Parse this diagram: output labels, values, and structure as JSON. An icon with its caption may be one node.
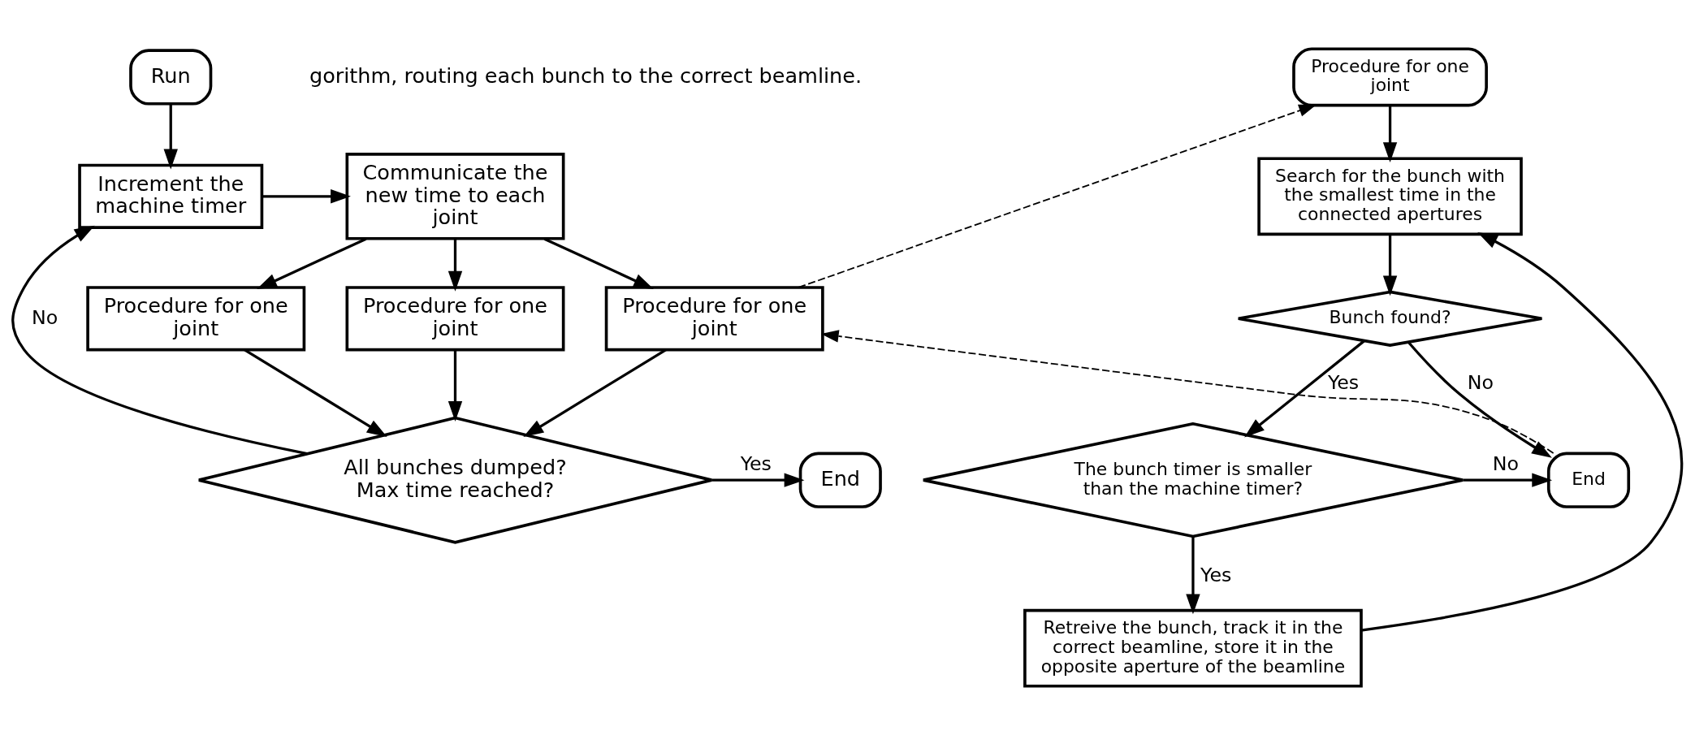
{
  "diagram": {
    "nodes": [
      {
        "text": [
          "Run"
        ]
      },
      {
        "text": [
          "Increment the machine timer"
        ]
      },
      {
        "text": [
          "Communicate the new time to each joint"
        ]
      },
      {
        "text": [
          "Procedure for one joint"
        ]
      },
      {
        "text": [
          "Procedure for one joint"
        ]
      },
      {
        "text": [
          "Procedure for one joint"
        ]
      },
      {
        "text": [
          "All bunches dumped? Max time reached?"
        ]
      },
      {
        "text": [
          "End"
        ]
      },
      {
        "text": [
          "Procedure for one joint"
        ]
      },
      {
        "text": [
          "Search for the bunch with the smallest time in the connected apertures"
        ]
      },
      {
        "text": [
          "Bunch found?"
        ]
      },
      {
        "text": [
          "The bunch timer is smaller than the machine timer?"
        ]
      },
      {
        "text": [
          "End"
        ]
      },
      {
        "text": [
          "Retreive the bunch, track it in the correct beamline, store it in the opposite aperture of the beamline"
        ]
      }
    ],
    "edges": [
      {
        "from": 0,
        "to": 1,
        "arrow": "to"
      },
      {
        "from": 1,
        "to": 2,
        "arrow": "to"
      },
      {
        "from": 2,
        "to": 3,
        "arrow": "to"
      },
      {
        "from": 2,
        "to": 4,
        "arrow": "to"
      },
      {
        "from": 2,
        "to": 5,
        "arrow": "to"
      },
      {
        "from": 3,
        "to": 6,
        "arrow": "to"
      },
      {
        "from": 4,
        "to": 6,
        "arrow": "to"
      },
      {
        "from": 5,
        "to": 6,
        "arrow": "to"
      },
      {
        "from": 6,
        "to": 1,
        "arrow": "to",
        "label": "No"
      },
      {
        "from": 6,
        "to": 7,
        "arrow": "to",
        "label": "Yes"
      },
      {
        "from": 5,
        "to": 8,
        "arrow": "to",
        "style": "dashed"
      },
      {
        "from": 8,
        "to": 9,
        "arrow": "to"
      },
      {
        "from": 9,
        "to": 10,
        "arrow": "to"
      },
      {
        "from": 10,
        "to": 12,
        "arrow": "to",
        "label": "No"
      },
      {
        "from": 10,
        "to": 11,
        "arrow": "to",
        "label": "Yes"
      },
      {
        "from": 11,
        "to": 12,
        "arrow": "to",
        "label": "No"
      },
      {
        "from": 11,
        "to": 13,
        "arrow": "to",
        "label": "Yes"
      },
      {
        "from": 13,
        "to": 9,
        "arrow": "to"
      },
      {
        "from": 12,
        "to": 5,
        "arrow": "to",
        "style": "dashed"
      }
    ],
    "labels": [
      "gorithm, routing each bunch to the correct beamline."
    ]
  }
}
